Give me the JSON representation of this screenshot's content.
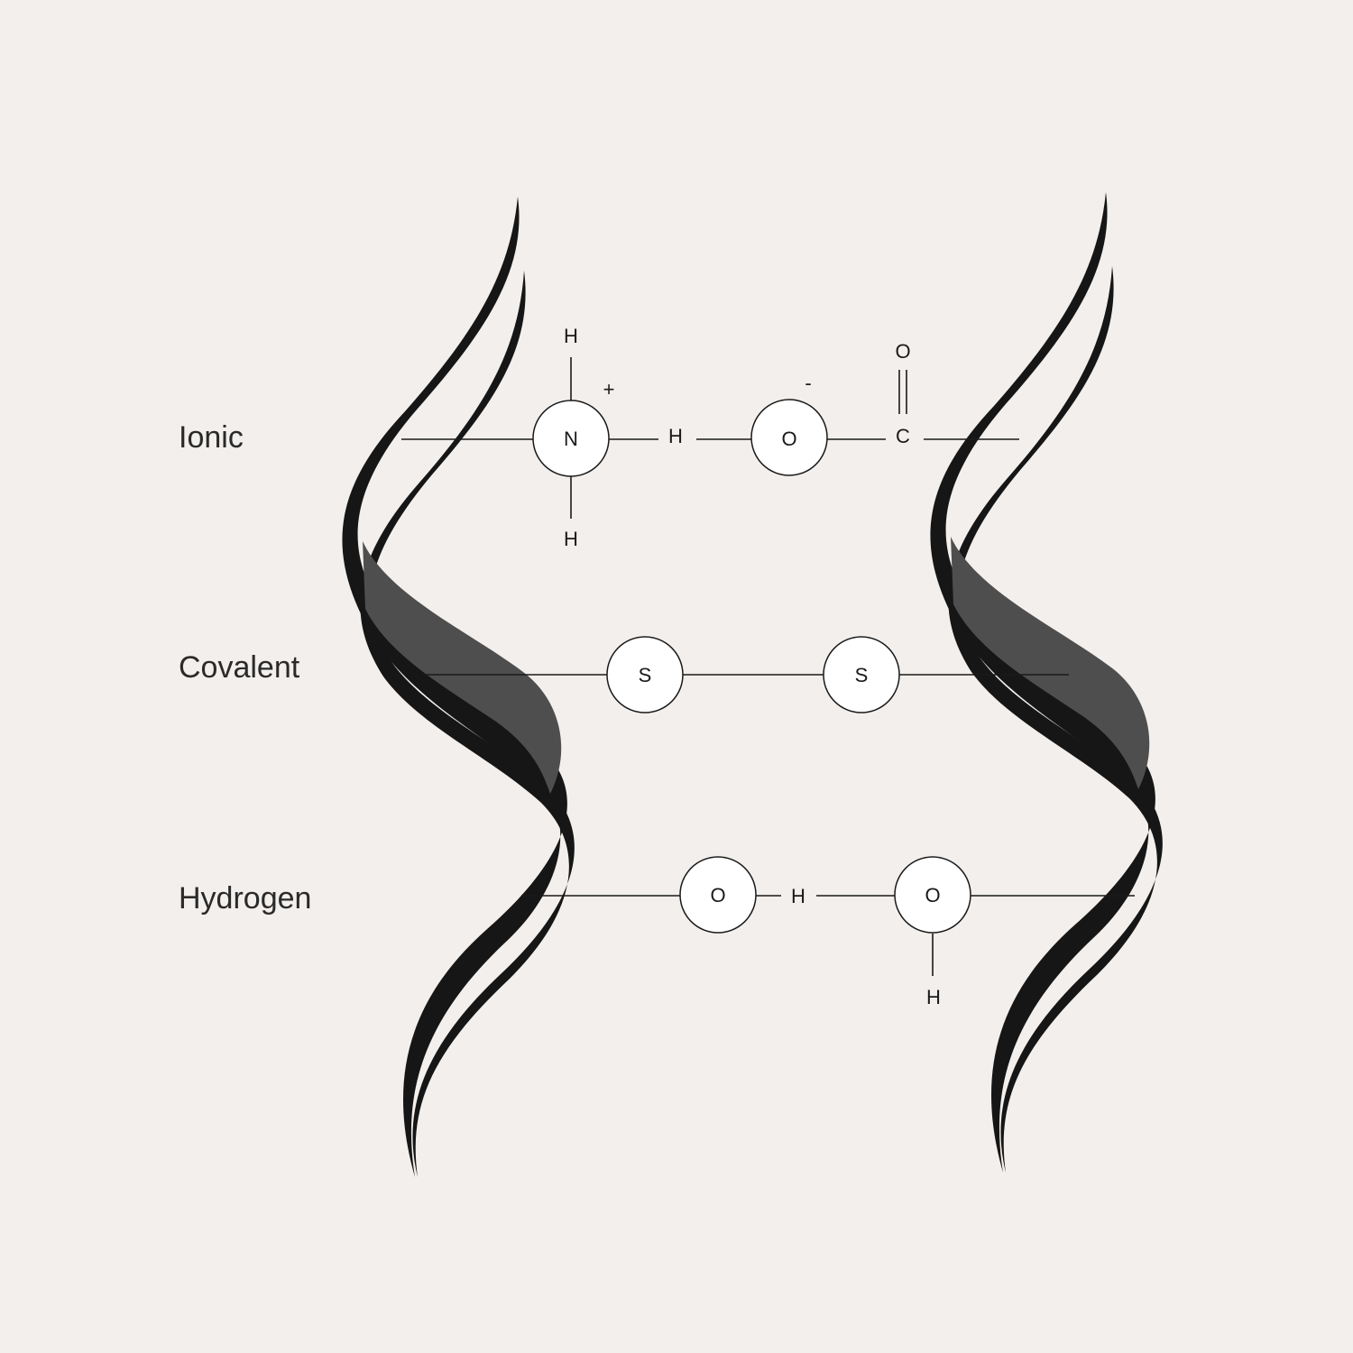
{
  "bond_types": {
    "ionic": "Ionic",
    "covalent": "Covalent",
    "hydrogen": "Hydrogen"
  },
  "ionic": {
    "h_top": "H",
    "plus": "+",
    "n": "N",
    "h_bottom": "H",
    "h_mid": "H",
    "minus": "-",
    "o": "O",
    "o_top": "O",
    "c": "C"
  },
  "covalent": {
    "s1": "S",
    "s2": "S"
  },
  "hydrogen": {
    "o1": "O",
    "h_mid": "H",
    "o2": "O",
    "h_bottom": "H"
  },
  "colors": {
    "background": "#f2efec",
    "ribbon": "#161616",
    "ribbon_back": "#4f4e4e",
    "atom_fill": "#ffffff"
  }
}
